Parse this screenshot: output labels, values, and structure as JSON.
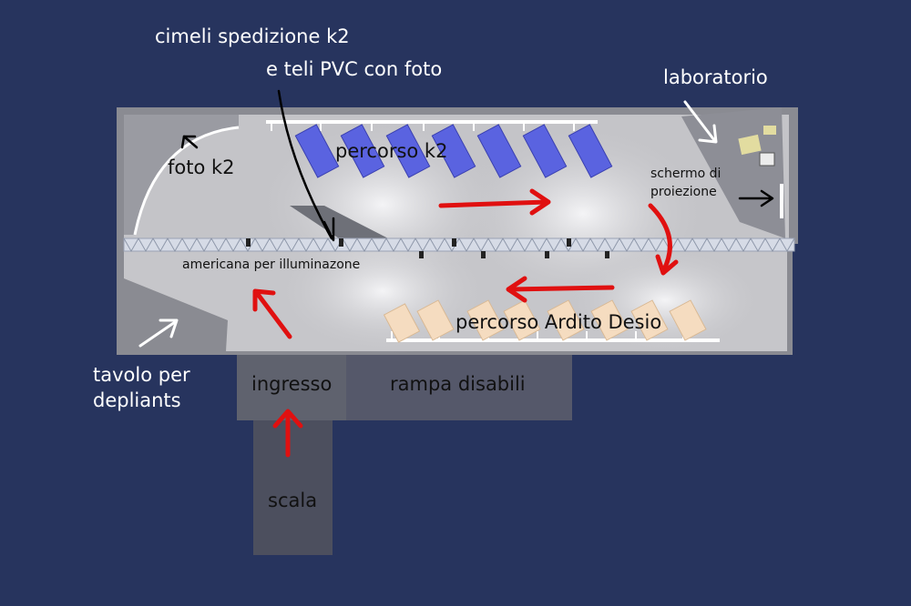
{
  "labels": {
    "cimeli": "cimeli spedizione k2",
    "teli": "e teli PVC con foto",
    "laboratorio": "laboratorio",
    "foto_k2": "foto k2",
    "percorso_k2": "percorso k2",
    "schermo_line1": "schermo di",
    "schermo_line2": "proiezione",
    "americana": "americana per illuminazone",
    "percorso_desio": "percorso Ardito Desio",
    "tavolo_line1": "tavolo per",
    "tavolo_line2": "depliants",
    "ingresso": "ingresso",
    "rampa": "rampa disabili",
    "scala": "scala"
  },
  "colors": {
    "background": "#27345e",
    "floor": "#c4c4c8",
    "panel_k2": "#5a63e0",
    "panel_desio": "#f5dcc0",
    "flow_arrow": "#e01010",
    "stair": "#4c4f5e"
  }
}
